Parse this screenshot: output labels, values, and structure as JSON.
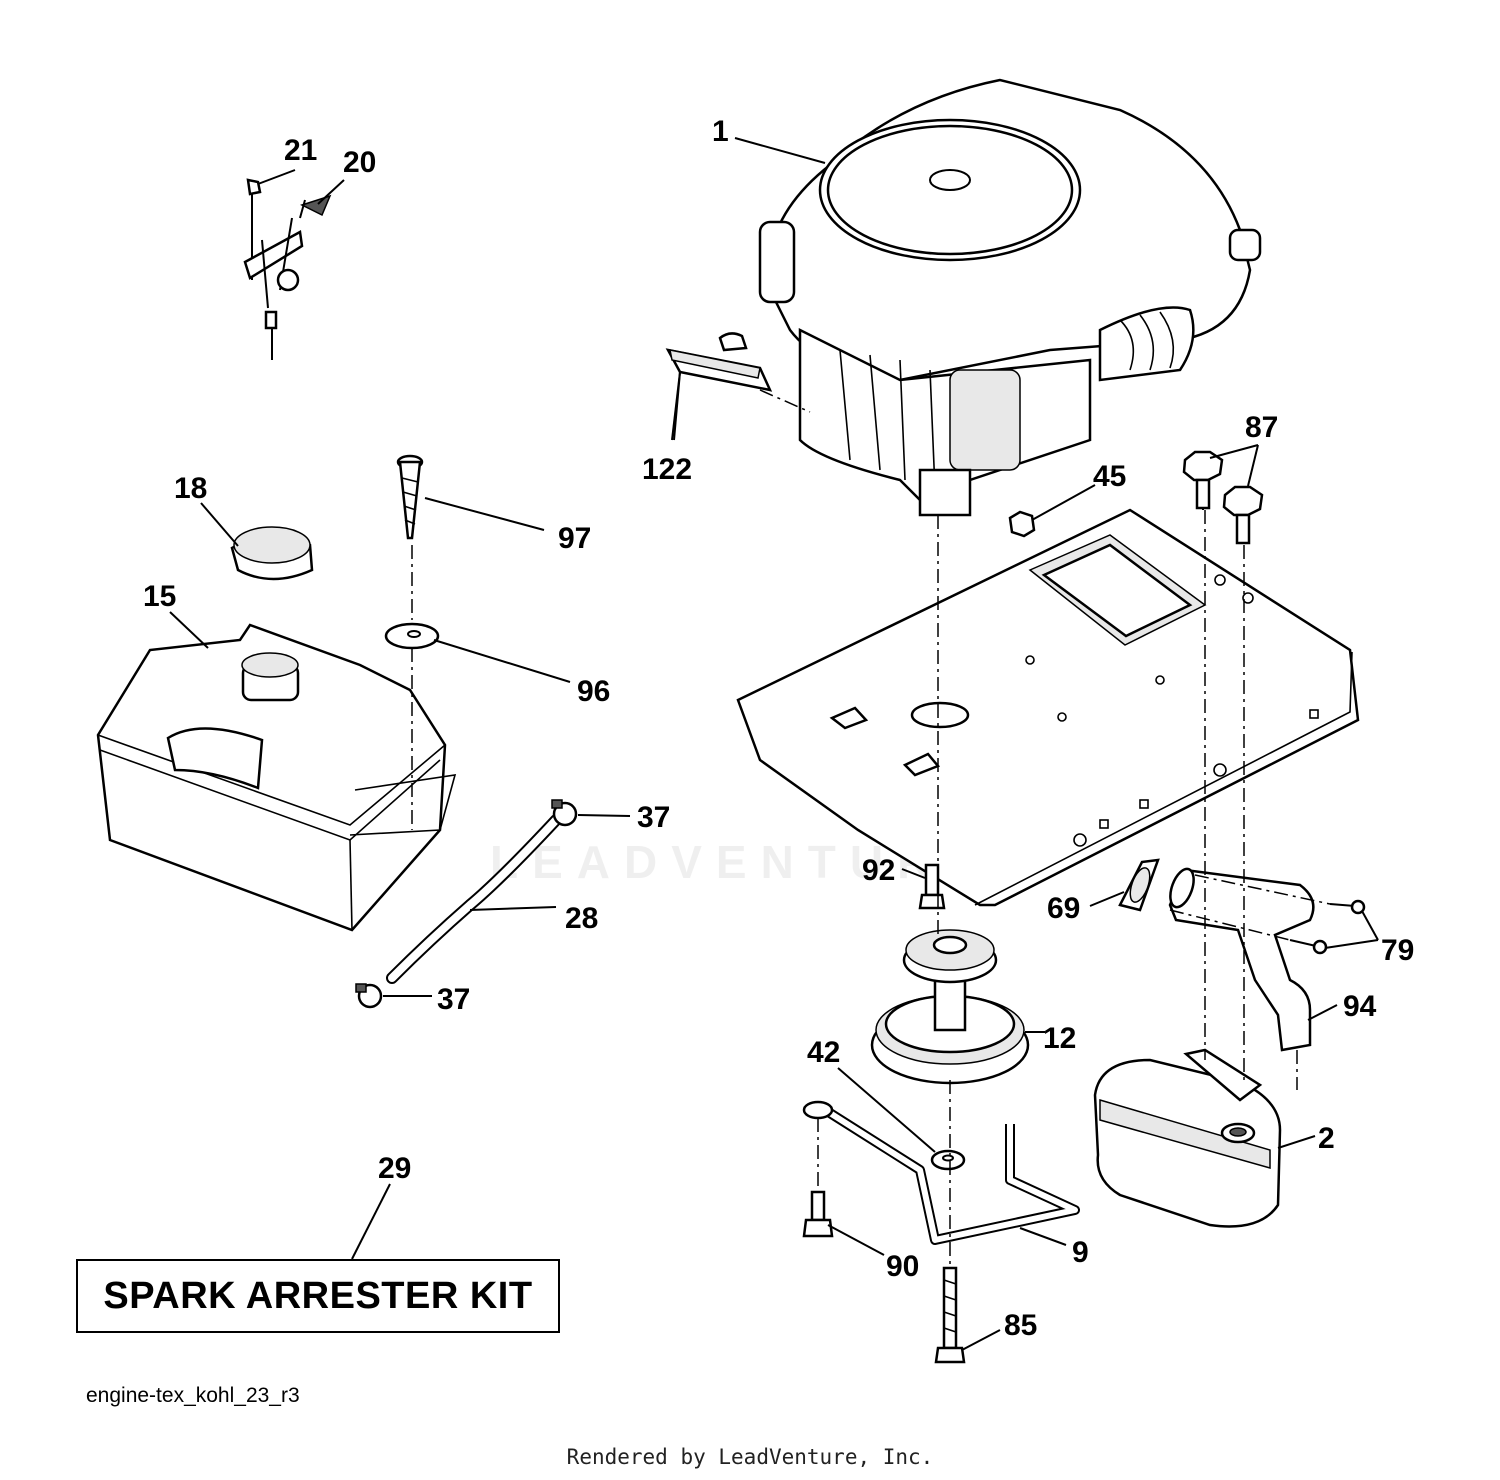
{
  "diagram": {
    "kit_box_label": "SPARK ARRESTER KIT",
    "drawing_id": "engine-tex_kohl_23_r3",
    "rendered_by": "Rendered by LeadVenture, Inc.",
    "watermark": "LEADVENTURE",
    "part_labels": {
      "p1": "1",
      "p2": "2",
      "p9": "9",
      "p12": "12",
      "p15": "15",
      "p18": "18",
      "p20": "20",
      "p21": "21",
      "p28": "28",
      "p29": "29",
      "p37a": "37",
      "p37b": "37",
      "p42": "42",
      "p45": "45",
      "p69": "69",
      "p79": "79",
      "p85": "85",
      "p87": "87",
      "p90": "90",
      "p92": "92",
      "p94": "94",
      "p96": "96",
      "p97": "97",
      "p122": "122"
    }
  }
}
